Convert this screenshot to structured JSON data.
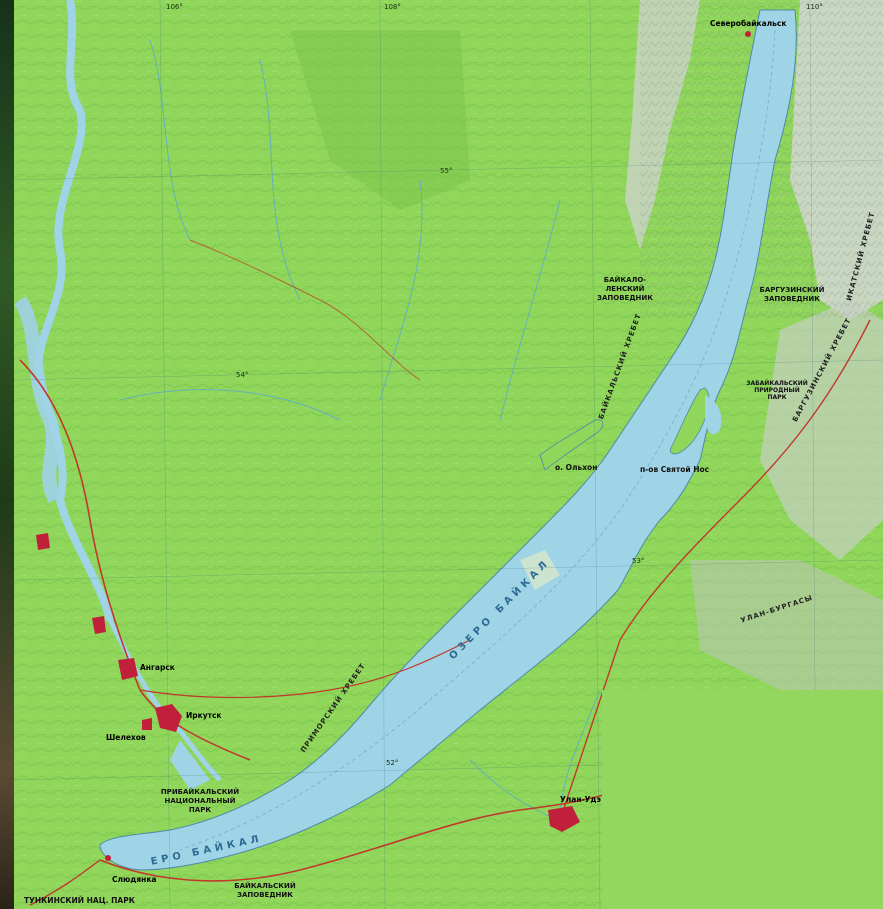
{
  "map": {
    "lake_name": "ОЗЕРО БАЙКАЛ",
    "lake_name_south": "ЕРО БАЙКАЛ",
    "cities": [
      "Иркутск",
      "Ангарск",
      "Шелехов",
      "Улан-Удэ",
      "Слюдянка",
      "Северобайкальск"
    ],
    "reserves": {
      "baikal_lena": [
        "БАЙКАЛО-",
        "ЛЕНСКИЙ",
        "ЗАПОВЕДНИК"
      ],
      "barguzin": [
        "БАРГУЗИНСКИЙ",
        "ЗАПОВЕДНИК"
      ],
      "baikalsky": [
        "БАЙКАЛЬСКИЙ",
        "ЗАПОВЕДНИК"
      ],
      "tunkinsky": "ТУНКИНСКИЙ НАЦ. ПАРК",
      "pribaikalsky": [
        "ПРИБАЙКАЛЬСКИЙ",
        "НАЦИОНАЛЬНЫЙ",
        "ПАРК"
      ],
      "zabaikalsky": [
        "ЗАБАЙКАЛЬСКИЙ",
        "ПРИРОДНЫЙ",
        "ПАРК"
      ]
    },
    "ranges": {
      "baikalsky": "БАЙКАЛЬСКИЙ ХРЕБЕТ",
      "primorsky": "ПРИМОРСКИЙ ХРЕБЕТ",
      "barguzinsky": "БАРГУЗИНСКИЙ ХРЕБЕТ",
      "ulan_burgasy": "УЛАН-БУРГАСЫ",
      "ikatsky": "ИКАТСКИЙ ХРЕБЕТ"
    },
    "island": "о. Ольхон",
    "peninsula": "п-ов Святой Нос",
    "coordinates": [
      "106°",
      "108°",
      "110°",
      "52°",
      "53°",
      "54°",
      "55°"
    ],
    "colors": {
      "land": "#8fd65a",
      "water": "#9fd3e6",
      "mountain": "#cfd6cc",
      "road": "#c0392b",
      "city": "#c0203a",
      "filler": "#93d761"
    }
  }
}
